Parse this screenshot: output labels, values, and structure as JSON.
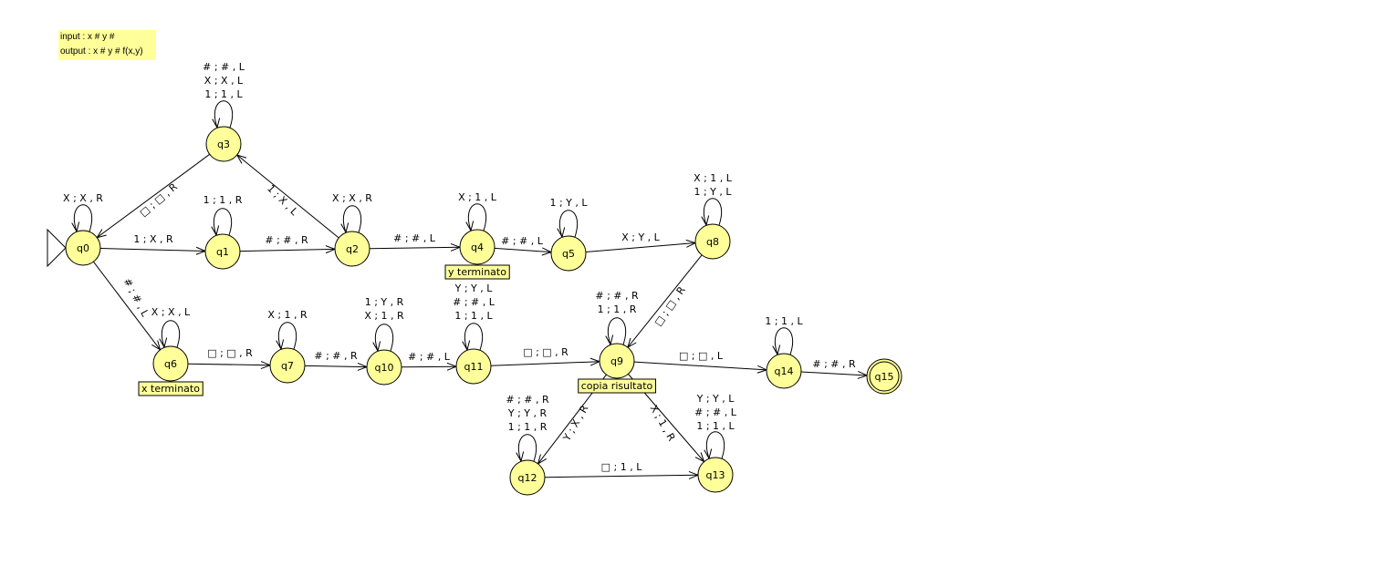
{
  "note": {
    "input_line": "input : x # y #",
    "output_line": "output : x # y # f(x,y)"
  },
  "colors": {
    "state_fill": "#ffff99",
    "stroke": "#000000",
    "tag_fill": "#ffff99",
    "background": "#ffffff"
  },
  "states": [
    {
      "id": "q0",
      "label": "q0",
      "initial": true
    },
    {
      "id": "q1",
      "label": "q1"
    },
    {
      "id": "q2",
      "label": "q2"
    },
    {
      "id": "q3",
      "label": "q3"
    },
    {
      "id": "q4",
      "label": "q4"
    },
    {
      "id": "q5",
      "label": "q5"
    },
    {
      "id": "q6",
      "label": "q6"
    },
    {
      "id": "q7",
      "label": "q7"
    },
    {
      "id": "q8",
      "label": "q8"
    },
    {
      "id": "q9",
      "label": "q9"
    },
    {
      "id": "q10",
      "label": "q10"
    },
    {
      "id": "q11",
      "label": "q11"
    },
    {
      "id": "q12",
      "label": "q12"
    },
    {
      "id": "q13",
      "label": "q13"
    },
    {
      "id": "q14",
      "label": "q14"
    },
    {
      "id": "q15",
      "label": "q15",
      "final": true
    }
  ],
  "state_tags": [
    {
      "state": "q4",
      "text": "y terminato"
    },
    {
      "state": "q6",
      "text": "x terminato"
    },
    {
      "state": "q9",
      "text": "copia risultato"
    }
  ],
  "transitions": [
    {
      "from": "q0",
      "to": "q0",
      "labels": [
        "X ; X , R"
      ]
    },
    {
      "from": "q0",
      "to": "q1",
      "labels": [
        "1 ; X , R"
      ]
    },
    {
      "from": "q0",
      "to": "q6",
      "labels": [
        "# ; # , L"
      ]
    },
    {
      "from": "q1",
      "to": "q1",
      "labels": [
        "1 ; 1 , R"
      ]
    },
    {
      "from": "q1",
      "to": "q2",
      "labels": [
        "# ; # , R"
      ]
    },
    {
      "from": "q2",
      "to": "q2",
      "labels": [
        "X ; X , R"
      ]
    },
    {
      "from": "q2",
      "to": "q3",
      "labels": [
        "1 ; X , L"
      ]
    },
    {
      "from": "q2",
      "to": "q4",
      "labels": [
        "# ; # , L"
      ]
    },
    {
      "from": "q3",
      "to": "q3",
      "labels": [
        "# ; # , L",
        "X ; X , L",
        "1 ; 1 , L"
      ]
    },
    {
      "from": "q3",
      "to": "q0",
      "labels": [
        "□ ; □ , R"
      ]
    },
    {
      "from": "q4",
      "to": "q4",
      "labels": [
        "X ; 1 , L"
      ]
    },
    {
      "from": "q4",
      "to": "q5",
      "labels": [
        "# ; # , L"
      ]
    },
    {
      "from": "q5",
      "to": "q5",
      "labels": [
        "1 ; Y , L"
      ]
    },
    {
      "from": "q5",
      "to": "q8",
      "labels": [
        "X ; Y , L"
      ]
    },
    {
      "from": "q8",
      "to": "q8",
      "labels": [
        "X ; 1 , L",
        "1 ; Y , L"
      ]
    },
    {
      "from": "q8",
      "to": "q9",
      "labels": [
        "□ ; □ , R"
      ]
    },
    {
      "from": "q6",
      "to": "q6",
      "labels": [
        "X ; X , L"
      ]
    },
    {
      "from": "q6",
      "to": "q7",
      "labels": [
        "□ ; □ , R"
      ]
    },
    {
      "from": "q7",
      "to": "q7",
      "labels": [
        "X ; 1 , R"
      ]
    },
    {
      "from": "q7",
      "to": "q10",
      "labels": [
        "# ; # , R"
      ]
    },
    {
      "from": "q10",
      "to": "q10",
      "labels": [
        "1 ; Y , R",
        "X ; 1 , R"
      ]
    },
    {
      "from": "q10",
      "to": "q11",
      "labels": [
        "# ; # , L"
      ]
    },
    {
      "from": "q11",
      "to": "q11",
      "labels": [
        "Y ; Y , L",
        "# ; # , L",
        "1 ; 1 , L"
      ]
    },
    {
      "from": "q11",
      "to": "q9",
      "labels": [
        "□ ; □ , R"
      ]
    },
    {
      "from": "q9",
      "to": "q9",
      "labels": [
        "# ; # , R",
        "1 ; 1 , R"
      ]
    },
    {
      "from": "q9",
      "to": "q14",
      "labels": [
        "□ ; □ , L"
      ]
    },
    {
      "from": "q9",
      "to": "q12",
      "labels": [
        "Y ; X , R"
      ]
    },
    {
      "from": "q9",
      "to": "q13",
      "labels": [
        "X ; 1 , R"
      ]
    },
    {
      "from": "q12",
      "to": "q12",
      "labels": [
        "# ; # , R",
        "Y ; Y , R",
        "1 ; 1 , R"
      ]
    },
    {
      "from": "q12",
      "to": "q13",
      "labels": [
        "□ ; 1 , L"
      ]
    },
    {
      "from": "q13",
      "to": "q13",
      "labels": [
        "Y ; Y , L",
        "# ; # , L",
        "1 ; 1 , L"
      ]
    },
    {
      "from": "q14",
      "to": "q14",
      "labels": [
        "1 ; 1 , L"
      ]
    },
    {
      "from": "q14",
      "to": "q15",
      "labels": [
        "# ; # , R"
      ]
    }
  ]
}
